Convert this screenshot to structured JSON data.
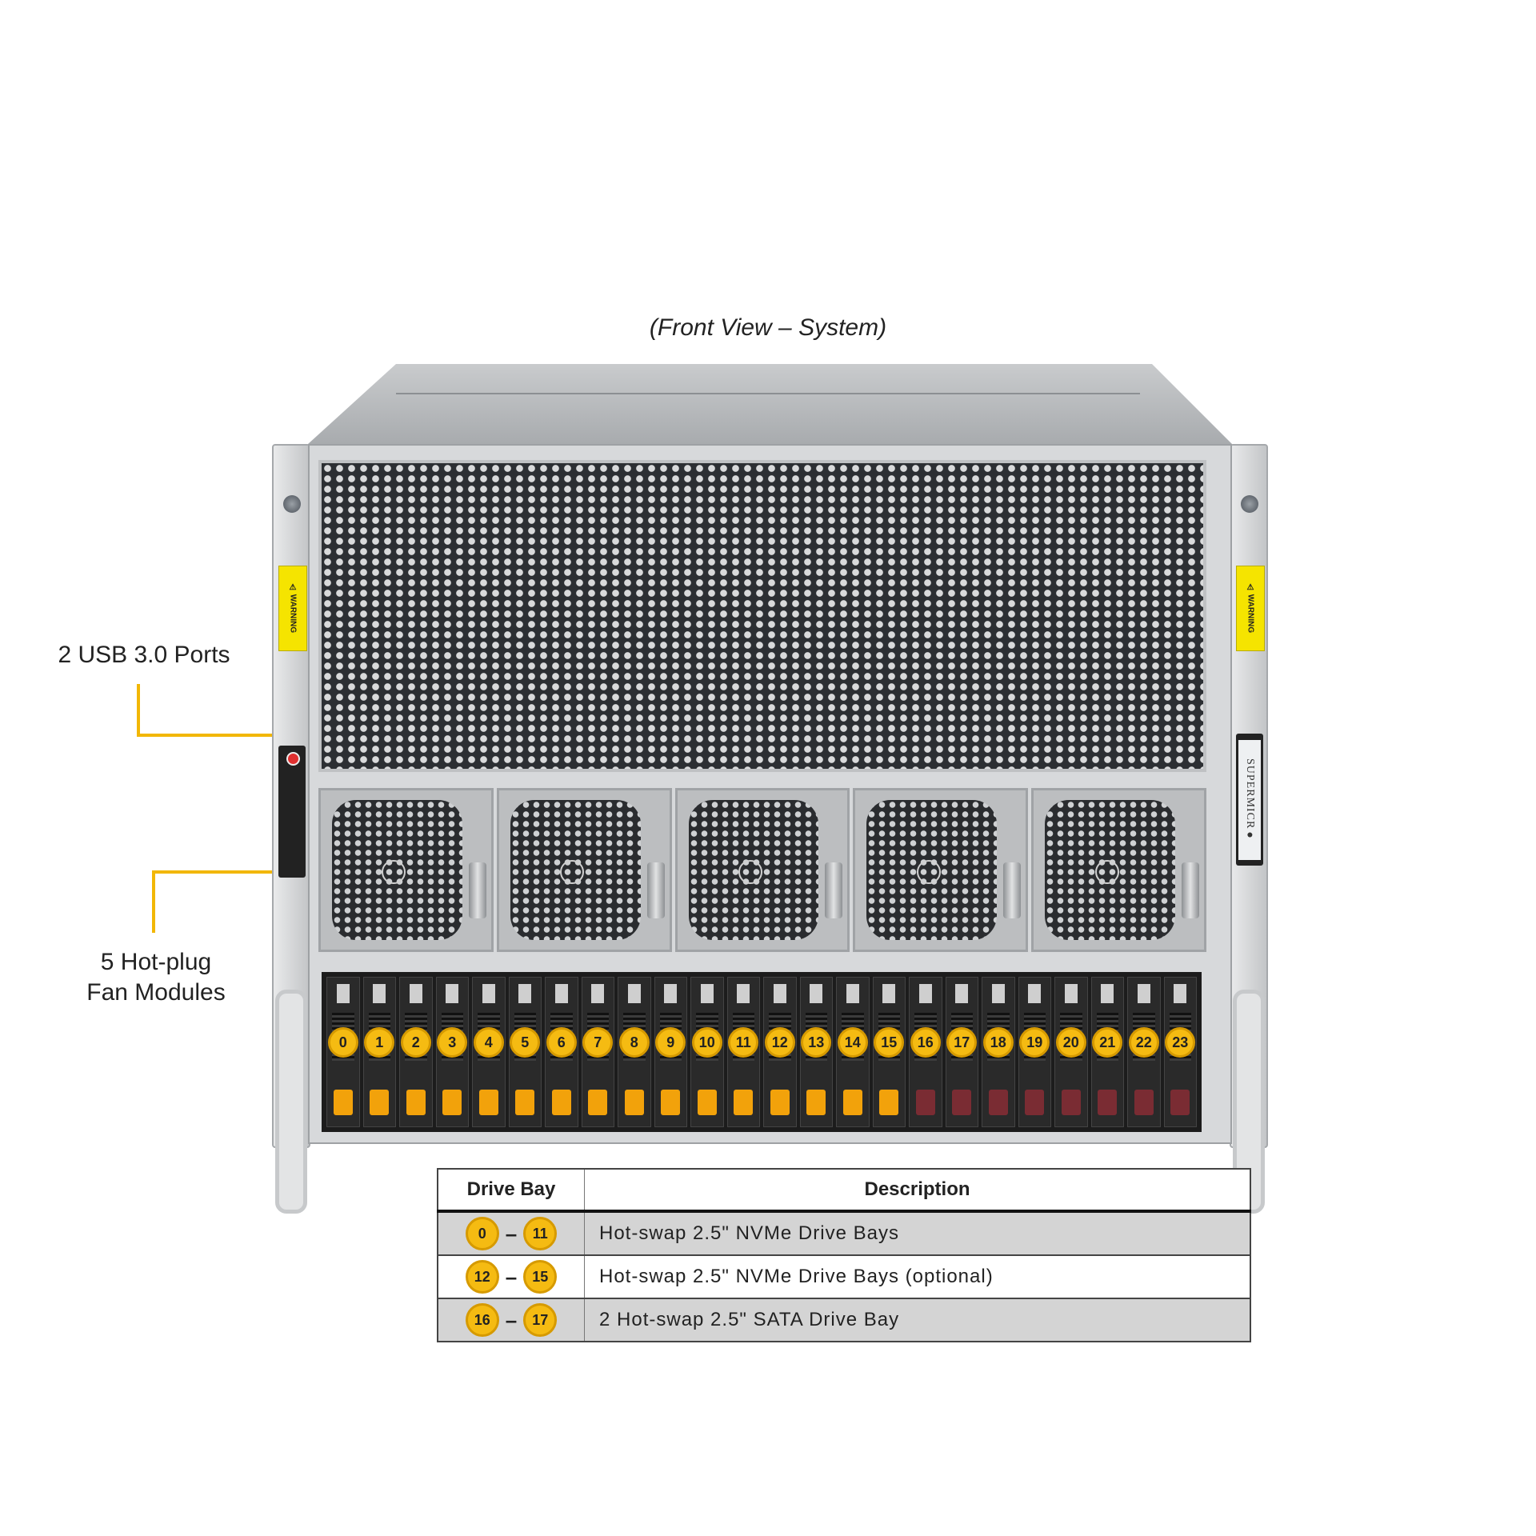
{
  "caption": "(Front View – System)",
  "callouts": {
    "usb": "2 USB 3.0 Ports",
    "fans_line1": "5 Hot-plug",
    "fans_line2": "Fan Modules"
  },
  "chassis": {
    "brand": "SUPERMICR●",
    "warning_label": "⚠ WARNING",
    "fan_count": 5,
    "drive_bays": [
      {
        "id": "0",
        "type": "nvme"
      },
      {
        "id": "1",
        "type": "nvme"
      },
      {
        "id": "2",
        "type": "nvme"
      },
      {
        "id": "3",
        "type": "nvme"
      },
      {
        "id": "4",
        "type": "nvme"
      },
      {
        "id": "5",
        "type": "nvme"
      },
      {
        "id": "6",
        "type": "nvme"
      },
      {
        "id": "7",
        "type": "nvme"
      },
      {
        "id": "8",
        "type": "nvme"
      },
      {
        "id": "9",
        "type": "nvme"
      },
      {
        "id": "10",
        "type": "nvme"
      },
      {
        "id": "11",
        "type": "nvme"
      },
      {
        "id": "12",
        "type": "nvme"
      },
      {
        "id": "13",
        "type": "nvme"
      },
      {
        "id": "14",
        "type": "nvme"
      },
      {
        "id": "15",
        "type": "nvme"
      },
      {
        "id": "16",
        "type": "sata"
      },
      {
        "id": "17",
        "type": "sata"
      },
      {
        "id": "18",
        "type": "sata"
      },
      {
        "id": "19",
        "type": "sata"
      },
      {
        "id": "20",
        "type": "sata"
      },
      {
        "id": "21",
        "type": "sata"
      },
      {
        "id": "22",
        "type": "sata"
      },
      {
        "id": "23",
        "type": "sata"
      }
    ]
  },
  "colors": {
    "callout_line": "#f2b705",
    "badge_fill": "#f5bb12",
    "nvme_latch": "#f2a20b",
    "sata_latch": "#7a2c33",
    "table_shade": "#d4d4d4"
  },
  "table": {
    "headers": [
      "Drive Bay",
      "Description"
    ],
    "rows": [
      {
        "from": "0",
        "to": "11",
        "description": "Hot-swap 2.5\" NVMe Drive Bays"
      },
      {
        "from": "12",
        "to": "15",
        "description": "Hot-swap 2.5\" NVMe Drive Bays (optional)"
      },
      {
        "from": "16",
        "to": "17",
        "description": "2 Hot-swap 2.5\" SATA Drive Bay"
      }
    ]
  }
}
